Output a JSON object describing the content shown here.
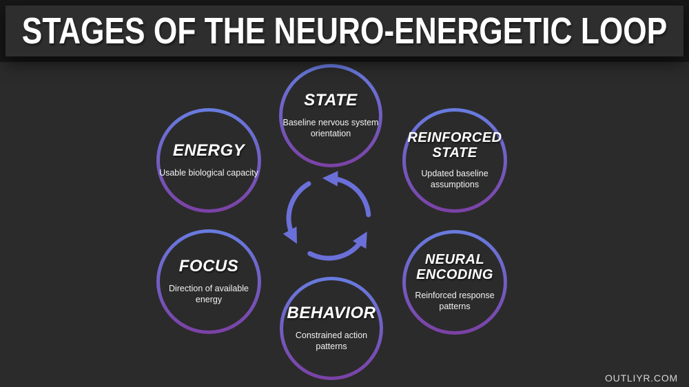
{
  "header": {
    "title": "STAGES OF THE NEURO-ENERGETIC LOOP",
    "background": "#2e2e2e",
    "text_color": "#ffffff"
  },
  "page": {
    "background": "#2b2b2b",
    "frame_background": "#171717"
  },
  "diagram": {
    "center_icon": "cycle-arrows-icon",
    "accent_colors": {
      "ring_gradient_top": "#687ce0",
      "ring_gradient_bottom": "#7b41a5",
      "arrow": "#6b70d9"
    },
    "nodes": [
      {
        "title": "STATE",
        "description": "Baseline nervous system orientation"
      },
      {
        "title": "REINFORCED STATE",
        "description": "Updated baseline assumptions"
      },
      {
        "title": "NEURAL ENCODING",
        "description": "Reinforced response patterns"
      },
      {
        "title": "BEHAVIOR",
        "description": "Constrained action patterns"
      },
      {
        "title": "FOCUS",
        "description": "Direction of available energy"
      },
      {
        "title": "ENERGY",
        "description": "Usable biological capacity"
      }
    ]
  },
  "footer": {
    "watermark": "OUTLIYR.COM"
  }
}
